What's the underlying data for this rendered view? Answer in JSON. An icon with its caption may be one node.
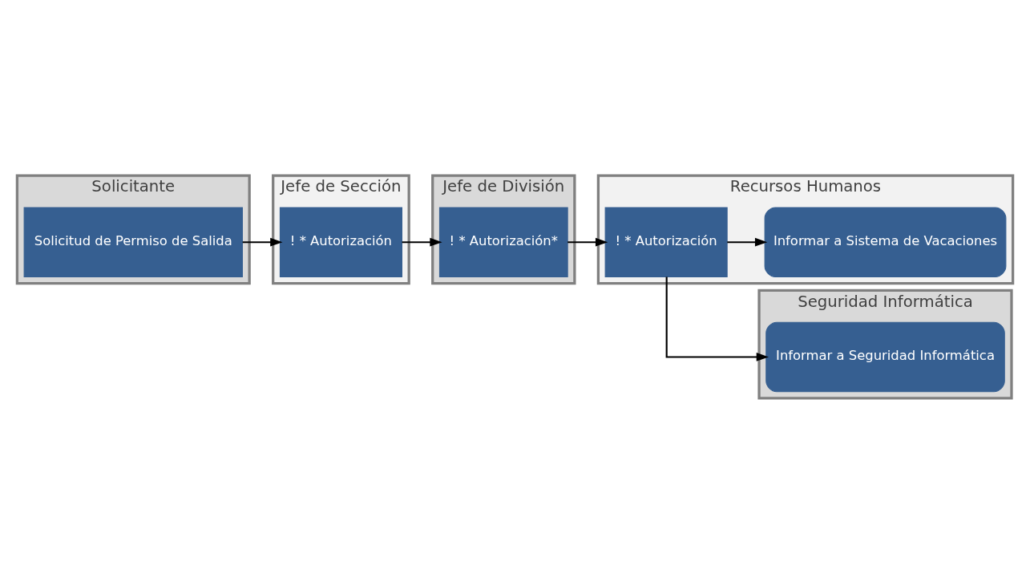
{
  "diagram": {
    "nodes": [
      {
        "text": [
          "Solicitante"
        ]
      },
      {
        "text": [
          "Jefe de Sección"
        ]
      },
      {
        "text": [
          "Jefe de División"
        ]
      },
      {
        "text": [
          "Recursos Humanos"
        ]
      },
      {
        "text": [
          "Seguridad Informática"
        ]
      },
      {
        "text": [
          "Solicitud de Permiso de Salida"
        ],
        "in": 0
      },
      {
        "text": [
          "! * Autorización"
        ],
        "in": 1
      },
      {
        "text": [
          "! * Autorización*"
        ],
        "in": 2
      },
      {
        "text": [
          "! * Autorización"
        ],
        "in": 3
      },
      {
        "text": [
          "Informar a Sistema de Vacaciones"
        ],
        "in": 3
      },
      {
        "text": [
          "Informar a Seguridad Informática"
        ],
        "in": 4
      }
    ],
    "edges": [
      {
        "from": 5,
        "to": 6,
        "arrow": "to"
      },
      {
        "from": 6,
        "to": 7,
        "arrow": "to"
      },
      {
        "from": 7,
        "to": 8,
        "arrow": "to"
      },
      {
        "from": 8,
        "to": 9,
        "arrow": "to"
      },
      {
        "from": 8,
        "to": 10,
        "arrow": "to"
      }
    ]
  }
}
